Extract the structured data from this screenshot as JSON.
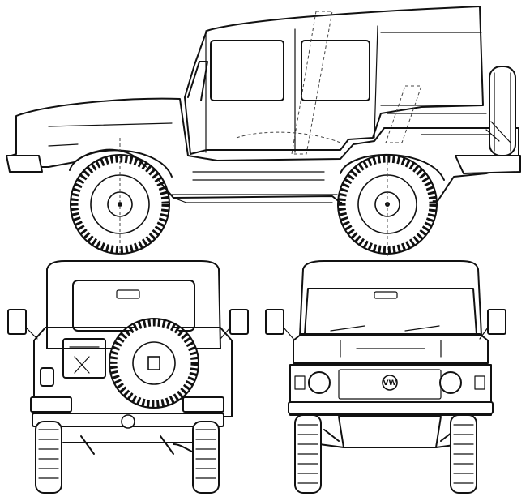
{
  "figure": {
    "views": [
      "side",
      "rear",
      "front"
    ],
    "badge": {
      "text": "VW"
    },
    "colors": {
      "line": "#111111",
      "background": "#ffffff"
    }
  }
}
